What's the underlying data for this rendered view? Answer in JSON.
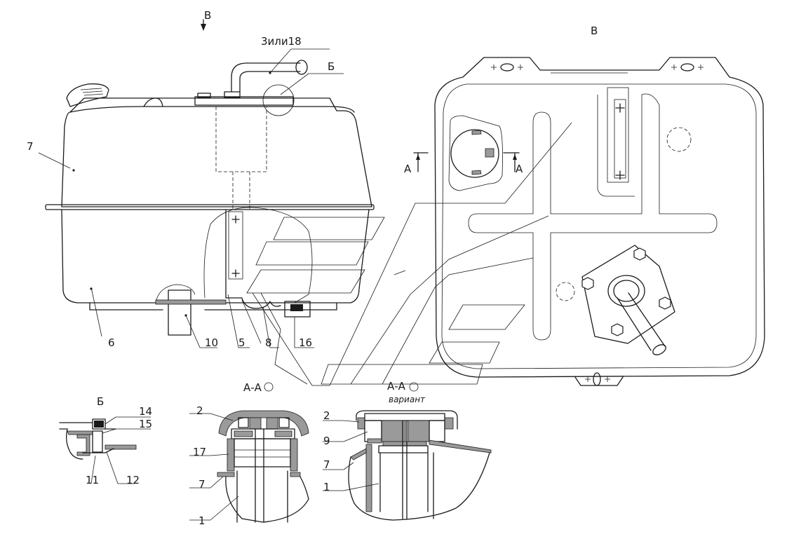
{
  "view_labels": {
    "view_b_arrow": "В",
    "view_b_title": "В",
    "detail_b": "Б",
    "detail_b_callout": "Б",
    "section_a_left": "А",
    "section_a_right": "А",
    "section_aa_1": "А-А",
    "section_aa_2": "А-А",
    "variant": "вариант"
  },
  "callouts": {
    "c3or18": "3или18",
    "c7_top": "7",
    "c6": "6",
    "c10": "10",
    "c5": "5",
    "c8": "8",
    "c16": "16",
    "c14": "14",
    "c15": "15",
    "c11": "11",
    "c12": "12",
    "s1_2": "2",
    "s1_17": "17",
    "s1_7": "7",
    "s1_1": "1",
    "s2_2": "2",
    "s2_9": "9",
    "s2_7": "7",
    "s2_1": "1"
  }
}
